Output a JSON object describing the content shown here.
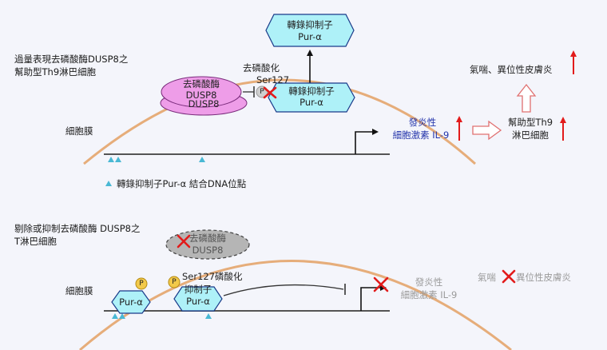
{
  "colors": {
    "membrane": "#e6ad7a",
    "hexagon_fill": "#aef1f8",
    "hexagon_stroke": "#1a3a8a",
    "dusp8_fill": "#ee9de8",
    "dusp8_stroke": "#7a2c7c",
    "gray_oval": "#b5b5b5",
    "phospho": "#f2c94a",
    "binding_site": "#49b8d4",
    "red": "#e21b1b",
    "blue_text": "#2233aa"
  },
  "icons": [
    "arrow-up-icon",
    "hollow-arrow-right-icon",
    "hollow-arrow-up-icon",
    "red-x-icon",
    "inhibition-bar-icon",
    "promoter-arrow-icon",
    "phospho-p-icon",
    "binding-site-triangle-icon"
  ],
  "top": {
    "title_line1": "過量表現去磷酸酶DUSP8之",
    "title_line2": "幫助型Th9淋巴細胞",
    "membrane_label": "細胞膜",
    "repressor_top_line1": "轉錄抑制子",
    "repressor_top_line2": "Pur-α",
    "dephos_label": "去磷酸化",
    "ser127": "Ser127",
    "p_letter": "P",
    "dusp8_back": "DUSP8",
    "dusp8_front_line1": "去磷酸酶",
    "dusp8_front_line2": "DUSP8",
    "repressor_bound_line1": "轉錄抑制子",
    "repressor_bound_line2": "Pur-α",
    "il9_line1": "發炎性",
    "il9_line2": "細胞激素 IL-9",
    "th9_line1": "幫助型Th9",
    "th9_line2": "淋巴細胞",
    "disease": "氣喘、異位性皮膚炎",
    "legend": "轉錄抑制子Pur-α 結合DNA位點"
  },
  "bottom": {
    "title_line1": "剔除或抑制去磷酸酶 DUSP8之",
    "title_line2": "T淋巴細胞",
    "membrane_label": "細胞膜",
    "dusp8_line1": "去磷酸酶",
    "dusp8_line2": "DUSP8",
    "p_letter": "P",
    "pura_left": "Pur-α",
    "ser127_phos": "Ser127磷酸化",
    "repressor_line1": "抑制子",
    "repressor_line2": "Pur-α",
    "il9_line1": "發炎性",
    "il9_line2": "細胞激素 IL-9",
    "disease_left": "氣喘",
    "disease_right": "異位性皮膚炎"
  }
}
